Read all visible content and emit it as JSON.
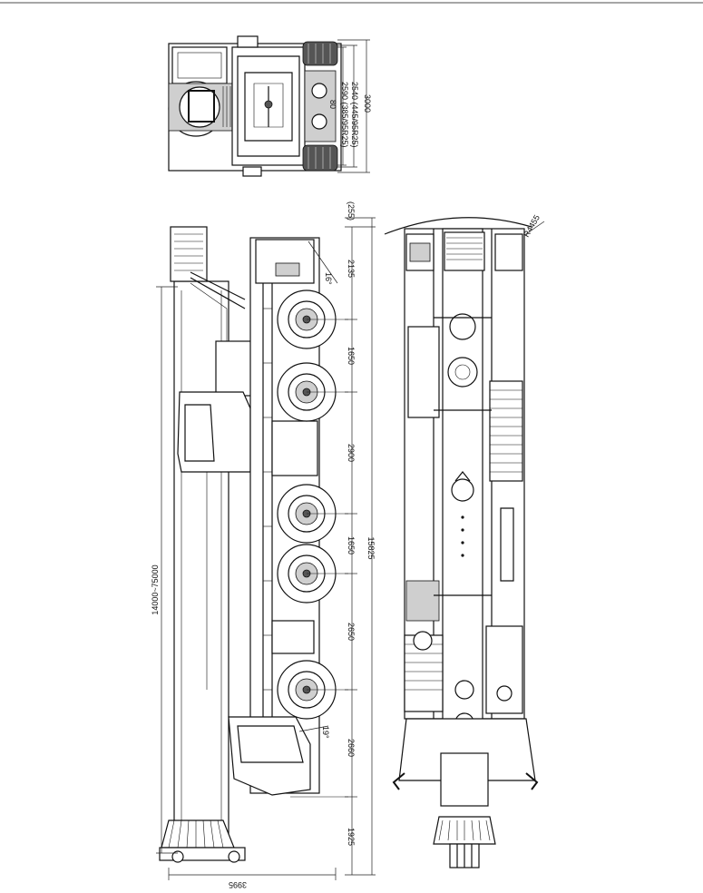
{
  "top_view": {
    "dim_width_a": "2590 (385/95R25)",
    "dim_width_b": "2540 (445/95R25)",
    "dim_overall": "3000",
    "dim_small": "80"
  },
  "side_view": {
    "dim_top_offset": "(255)",
    "angle_front": "16°",
    "angle_rear": "19°",
    "axle_spacings": [
      "2135",
      "1650",
      "2900",
      "1650",
      "2650",
      "2660",
      "1925"
    ],
    "overall_length": "15825",
    "boom_length": "14000~75000",
    "bottom_width": "3995"
  },
  "plan_view": {
    "radius": "R4455"
  }
}
